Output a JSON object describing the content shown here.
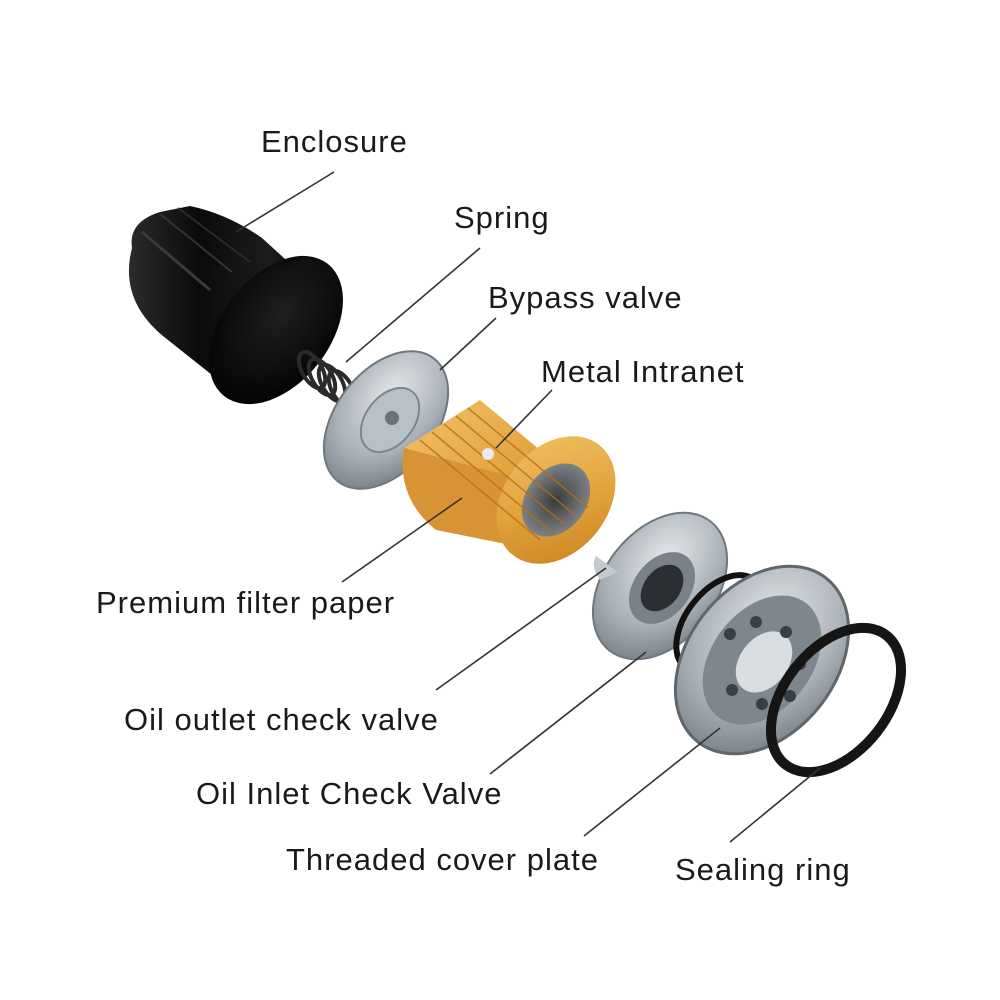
{
  "labels": {
    "enclosure": "Enclosure",
    "spring": "Spring",
    "bypass_valve": "Bypass valve",
    "metal_intranet": "Metal Intranet",
    "filter_paper": "Premium filter paper",
    "outlet_check_valve": "Oil outlet check valve",
    "inlet_check_valve": "Oil Inlet Check Valve",
    "cover_plate": "Threaded cover plate",
    "sealing_ring": "Sealing ring"
  },
  "colors": {
    "enclosure": "#111111",
    "metal": "#9aa3aa",
    "filter_paper": "#e0a53c",
    "seal": "#151515",
    "leader_line": "#333333"
  }
}
